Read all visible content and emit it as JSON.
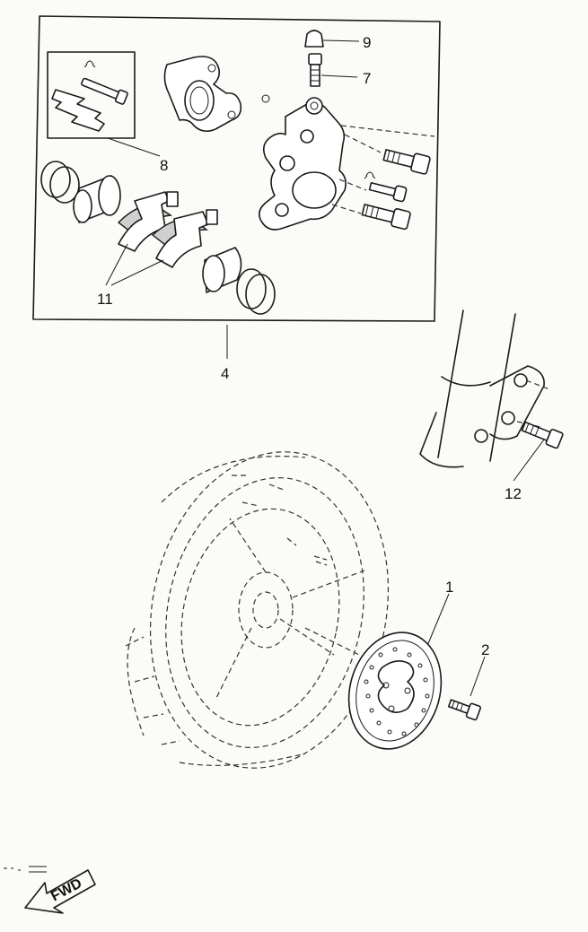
{
  "callouts": [
    {
      "id": "9",
      "text": "9"
    },
    {
      "id": "7",
      "text": "7"
    },
    {
      "id": "8",
      "text": "8"
    },
    {
      "id": "11",
      "text": "11"
    },
    {
      "id": "4",
      "text": "4"
    },
    {
      "id": "12",
      "text": "12"
    },
    {
      "id": "1",
      "text": "1"
    },
    {
      "id": "2",
      "text": "2"
    }
  ],
  "direction_arrow": {
    "text": "FWD"
  },
  "colors": {
    "line": "#1a1a1a",
    "background": "#fbfbf8"
  }
}
